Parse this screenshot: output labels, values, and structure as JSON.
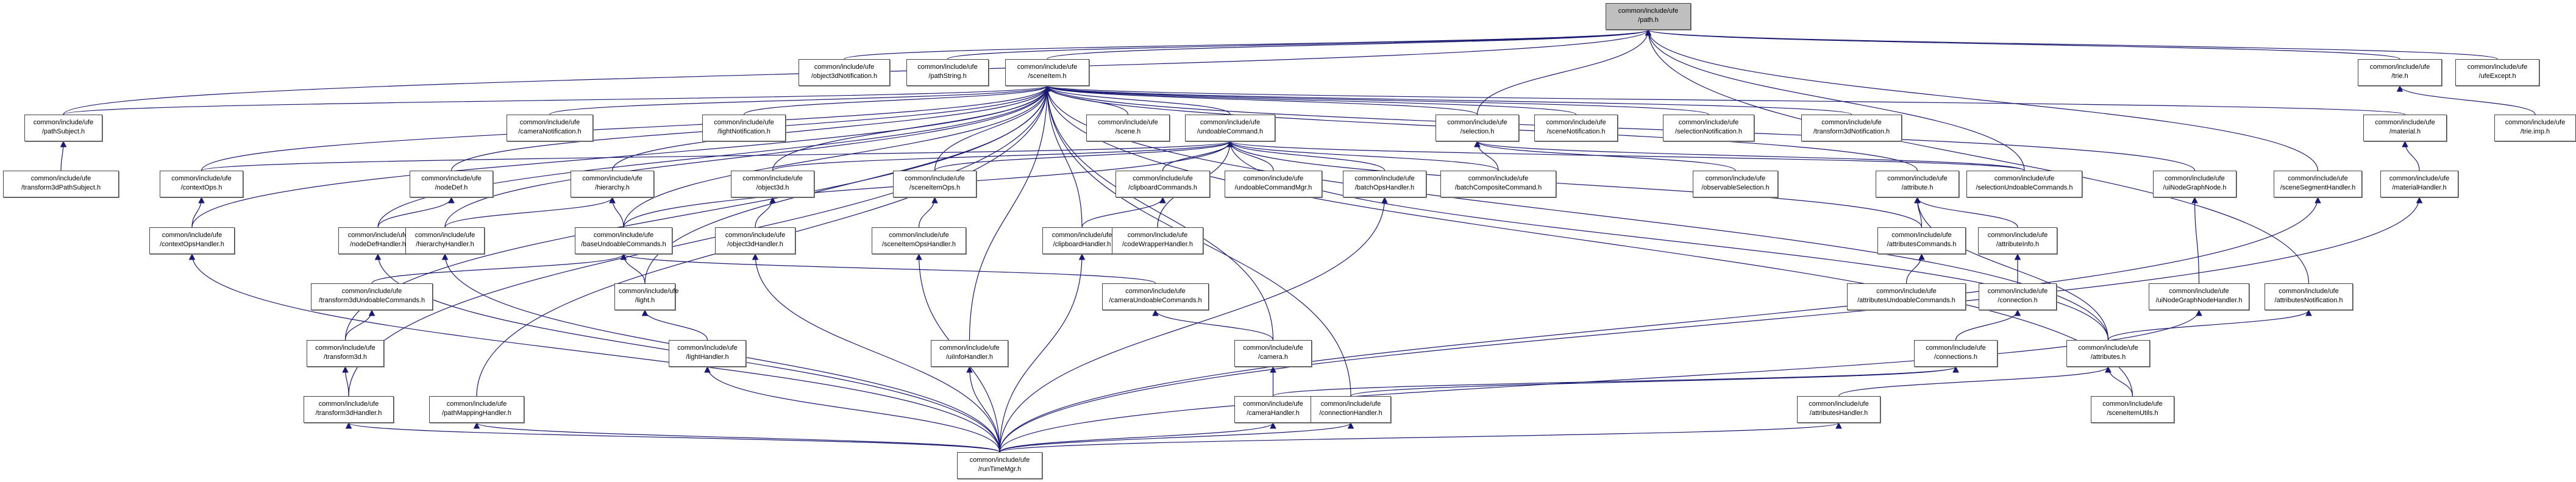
{
  "title": "Include dependency graph for common/include/ufe/path.h",
  "prefix": "common/include/ufe",
  "colors": {
    "edge": "#191970",
    "root_fill": "#bfbfbf",
    "node_border": "#444444"
  },
  "nodes": [
    {
      "id": "path",
      "file": "/path.h",
      "root": true
    },
    {
      "id": "object3dNotification",
      "file": "/object3dNotification.h"
    },
    {
      "id": "pathString",
      "file": "/pathString.h"
    },
    {
      "id": "sceneItem",
      "file": "/sceneItem.h"
    },
    {
      "id": "trie",
      "file": "/trie.h"
    },
    {
      "id": "ufeExcept",
      "file": "/ufeExcept.h"
    },
    {
      "id": "pathSubject",
      "file": "/pathSubject.h"
    },
    {
      "id": "cameraNotification",
      "file": "/cameraNotification.h"
    },
    {
      "id": "lightNotification",
      "file": "/lightNotification.h"
    },
    {
      "id": "scene",
      "file": "/scene.h"
    },
    {
      "id": "undoableCommand",
      "file": "/undoableCommand.h"
    },
    {
      "id": "selection",
      "file": "/selection.h"
    },
    {
      "id": "sceneNotification",
      "file": "/sceneNotification.h"
    },
    {
      "id": "selectionNotification",
      "file": "/selectionNotification.h"
    },
    {
      "id": "transform3dNotification",
      "file": "/transform3dNotification.h"
    },
    {
      "id": "material",
      "file": "/material.h"
    },
    {
      "id": "trieImp",
      "file": "/trie.imp.h"
    },
    {
      "id": "transform3dPathSubject",
      "file": "/transform3dPathSubject.h"
    },
    {
      "id": "contextOps",
      "file": "/contextOps.h"
    },
    {
      "id": "nodeDef",
      "file": "/nodeDef.h"
    },
    {
      "id": "hierarchy",
      "file": "/hierarchy.h"
    },
    {
      "id": "object3d",
      "file": "/object3d.h"
    },
    {
      "id": "sceneItemOps",
      "file": "/sceneItemOps.h"
    },
    {
      "id": "clipboardCommands",
      "file": "/clipboardCommands.h"
    },
    {
      "id": "undoableCommandMgr",
      "file": "/undoableCommandMgr.h"
    },
    {
      "id": "batchOpsHandler",
      "file": "/batchOpsHandler.h"
    },
    {
      "id": "batchCompositeCommand",
      "file": "/batchCompositeCommand.h"
    },
    {
      "id": "observableSelection",
      "file": "/observableSelection.h"
    },
    {
      "id": "attribute",
      "file": "/attribute.h"
    },
    {
      "id": "selectionUndoableCommands",
      "file": "/selectionUndoableCommands.h"
    },
    {
      "id": "uiNodeGraphNode",
      "file": "/uiNodeGraphNode.h"
    },
    {
      "id": "sceneSegmentHandler",
      "file": "/sceneSegmentHandler.h"
    },
    {
      "id": "materialHandler",
      "file": "/materialHandler.h"
    },
    {
      "id": "contextOpsHandler",
      "file": "/contextOpsHandler.h"
    },
    {
      "id": "nodeDefHandler",
      "file": "/nodeDefHandler.h"
    },
    {
      "id": "hierarchyHandler",
      "file": "/hierarchyHandler.h"
    },
    {
      "id": "baseUndoableCommands",
      "file": "/baseUndoableCommands.h"
    },
    {
      "id": "object3dHandler",
      "file": "/object3dHandler.h"
    },
    {
      "id": "sceneItemOpsHandler",
      "file": "/sceneItemOpsHandler.h"
    },
    {
      "id": "clipboardHandler",
      "file": "/clipboardHandler.h"
    },
    {
      "id": "codeWrapperHandler",
      "file": "/codeWrapperHandler.h"
    },
    {
      "id": "attributesCommands",
      "file": "/attributesCommands.h"
    },
    {
      "id": "attributeInfo",
      "file": "/attributeInfo.h"
    },
    {
      "id": "transform3dUndoableCommands",
      "file": "/transform3dUndoableCommands.h"
    },
    {
      "id": "light",
      "file": "/light.h"
    },
    {
      "id": "cameraUndoableCommands",
      "file": "/cameraUndoableCommands.h"
    },
    {
      "id": "attributesUndoableCommands",
      "file": "/attributesUndoableCommands.h"
    },
    {
      "id": "connection",
      "file": "/connection.h"
    },
    {
      "id": "uiNodeGraphNodeHandler",
      "file": "/uiNodeGraphNodeHandler.h"
    },
    {
      "id": "attributesNotification",
      "file": "/attributesNotification.h"
    },
    {
      "id": "transform3d",
      "file": "/transform3d.h"
    },
    {
      "id": "lightHandler",
      "file": "/lightHandler.h"
    },
    {
      "id": "uiInfoHandler",
      "file": "/uiInfoHandler.h"
    },
    {
      "id": "camera",
      "file": "/camera.h"
    },
    {
      "id": "connections",
      "file": "/connections.h"
    },
    {
      "id": "attributes",
      "file": "/attributes.h"
    },
    {
      "id": "transform3dHandler",
      "file": "/transform3dHandler.h"
    },
    {
      "id": "pathMappingHandler",
      "file": "/pathMappingHandler.h"
    },
    {
      "id": "cameraHandler",
      "file": "/cameraHandler.h"
    },
    {
      "id": "connectionHandler",
      "file": "/connectionHandler.h"
    },
    {
      "id": "attributesHandler",
      "file": "/attributesHandler.h"
    },
    {
      "id": "sceneItemUtils",
      "file": "/sceneItemUtils.h"
    },
    {
      "id": "runTimeMgr",
      "file": "/runTimeMgr.h"
    }
  ],
  "edges": [
    [
      "object3dNotification",
      "path"
    ],
    [
      "pathString",
      "path"
    ],
    [
      "sceneItem",
      "path"
    ],
    [
      "trie",
      "path"
    ],
    [
      "ufeExcept",
      "path"
    ],
    [
      "pathSubject",
      "path"
    ],
    [
      "selection",
      "path"
    ],
    [
      "sceneSegmentHandler",
      "path"
    ],
    [
      "attributesNotification",
      "path"
    ],
    [
      "selectionUndoableCommands",
      "path"
    ],
    [
      "trieImp",
      "trie"
    ],
    [
      "transform3dPathSubject",
      "pathSubject"
    ],
    [
      "pathSubject",
      "sceneItem"
    ],
    [
      "cameraNotification",
      "sceneItem"
    ],
    [
      "lightNotification",
      "sceneItem"
    ],
    [
      "scene",
      "sceneItem"
    ],
    [
      "undoableCommand",
      "sceneItem"
    ],
    [
      "selection",
      "sceneItem"
    ],
    [
      "sceneNotification",
      "sceneItem"
    ],
    [
      "selectionNotification",
      "sceneItem"
    ],
    [
      "transform3dNotification",
      "sceneItem"
    ],
    [
      "material",
      "sceneItem"
    ],
    [
      "contextOps",
      "sceneItem"
    ],
    [
      "nodeDef",
      "sceneItem"
    ],
    [
      "hierarchy",
      "sceneItem"
    ],
    [
      "object3d",
      "sceneItem"
    ],
    [
      "sceneItemOps",
      "sceneItem"
    ],
    [
      "attribute",
      "sceneItem"
    ],
    [
      "uiNodeGraphNode",
      "sceneItem"
    ],
    [
      "clipboardHandler",
      "sceneItem"
    ],
    [
      "baseUndoableCommands",
      "sceneItem"
    ],
    [
      "transform3d",
      "sceneItem"
    ],
    [
      "light",
      "sceneItem"
    ],
    [
      "camera",
      "sceneItem"
    ],
    [
      "uiInfoHandler",
      "sceneItem"
    ],
    [
      "connectionHandler",
      "sceneItem"
    ],
    [
      "attributes",
      "sceneItem"
    ],
    [
      "sceneItemUtils",
      "sceneItem"
    ],
    [
      "contextOpsHandler",
      "sceneItem"
    ],
    [
      "nodeDefHandler",
      "sceneItem"
    ],
    [
      "hierarchyHandler",
      "sceneItem"
    ],
    [
      "pathMappingHandler",
      "sceneItem"
    ],
    [
      "transform3dHandler",
      "sceneItem"
    ],
    [
      "contextOps",
      "undoableCommand"
    ],
    [
      "sceneItemOps",
      "undoableCommand"
    ],
    [
      "clipboardCommands",
      "undoableCommand"
    ],
    [
      "undoableCommandMgr",
      "undoableCommand"
    ],
    [
      "batchOpsHandler",
      "undoableCommand"
    ],
    [
      "batchCompositeCommand",
      "undoableCommand"
    ],
    [
      "baseUndoableCommands",
      "undoableCommand"
    ],
    [
      "attributesCommands",
      "undoableCommand"
    ],
    [
      "selectionUndoableCommands",
      "undoableCommand"
    ],
    [
      "codeWrapperHandler",
      "undoableCommand"
    ],
    [
      "object3d",
      "undoableCommand"
    ],
    [
      "attributes",
      "undoableCommand"
    ],
    [
      "observableSelection",
      "selection"
    ],
    [
      "selectionUndoableCommands",
      "selection"
    ],
    [
      "batchCompositeCommand",
      "selection"
    ],
    [
      "materialHandler",
      "material"
    ],
    [
      "contextOpsHandler",
      "contextOps"
    ],
    [
      "nodeDefHandler",
      "nodeDef"
    ],
    [
      "hierarchyHandler",
      "hierarchy"
    ],
    [
      "baseUndoableCommands",
      "hierarchy"
    ],
    [
      "object3dHandler",
      "object3d"
    ],
    [
      "sceneItemOpsHandler",
      "sceneItemOps"
    ],
    [
      "clipboardHandler",
      "clipboardCommands"
    ],
    [
      "attributesCommands",
      "attribute"
    ],
    [
      "attributeInfo",
      "attribute"
    ],
    [
      "attributes",
      "attribute"
    ],
    [
      "uiNodeGraphNodeHandler",
      "uiNodeGraphNode"
    ],
    [
      "transform3dUndoableCommands",
      "baseUndoableCommands"
    ],
    [
      "light",
      "baseUndoableCommands"
    ],
    [
      "cameraUndoableCommands",
      "baseUndoableCommands"
    ],
    [
      "attributesUndoableCommands",
      "attributesCommands"
    ],
    [
      "connection",
      "attributeInfo"
    ],
    [
      "transform3d",
      "transform3dUndoableCommands"
    ],
    [
      "lightHandler",
      "light"
    ],
    [
      "camera",
      "cameraUndoableCommands"
    ],
    [
      "connections",
      "connection"
    ],
    [
      "attributes",
      "attributesNotification"
    ],
    [
      "transform3dHandler",
      "transform3d"
    ],
    [
      "cameraHandler",
      "camera"
    ],
    [
      "sceneItemUtils",
      "attributes"
    ],
    [
      "attributesHandler",
      "attributes"
    ],
    [
      "runTimeMgr",
      "transform3dHandler"
    ],
    [
      "runTimeMgr",
      "pathMappingHandler"
    ],
    [
      "runTimeMgr",
      "lightHandler"
    ],
    [
      "runTimeMgr",
      "uiInfoHandler"
    ],
    [
      "runTimeMgr",
      "cameraHandler"
    ],
    [
      "runTimeMgr",
      "connectionHandler"
    ],
    [
      "runTimeMgr",
      "attributesHandler"
    ],
    [
      "runTimeMgr",
      "contextOpsHandler"
    ],
    [
      "runTimeMgr",
      "nodeDefHandler"
    ],
    [
      "runTimeMgr",
      "hierarchyHandler"
    ],
    [
      "runTimeMgr",
      "object3dHandler"
    ],
    [
      "runTimeMgr",
      "sceneItemOpsHandler"
    ],
    [
      "runTimeMgr",
      "clipboardHandler"
    ],
    [
      "runTimeMgr",
      "batchOpsHandler"
    ],
    [
      "runTimeMgr",
      "uiNodeGraphNodeHandler"
    ],
    [
      "runTimeMgr",
      "sceneSegmentHandler"
    ],
    [
      "runTimeMgr",
      "materialHandler"
    ],
    [
      "connectionHandler",
      "connections"
    ],
    [
      "cameraHandler",
      "connections"
    ]
  ]
}
